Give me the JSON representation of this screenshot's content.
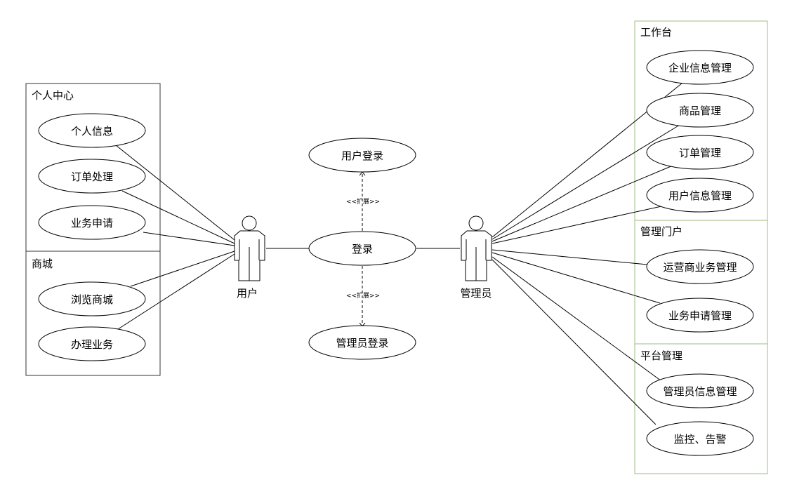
{
  "colors": {
    "line": "#000000",
    "frame_left": "#333333",
    "frame_right": "#9bbf80",
    "fill": "#ffffff"
  },
  "actors": {
    "user": "用户",
    "admin": "管理员"
  },
  "left_groups": {
    "personal_center": "个人中心",
    "mall": "商城"
  },
  "right_groups": {
    "workbench": "工作台",
    "portal": "管理门户",
    "platform": "平台管理"
  },
  "use_cases": {
    "personal_info": "个人信息",
    "order_processing": "订单处理",
    "business_application": "业务申请",
    "browse_mall": "浏览商城",
    "handle_business": "办理业务",
    "user_login": "用户登录",
    "login": "登录",
    "admin_login": "管理员登录",
    "enterprise_info_mgmt": "企业信息管理",
    "product_mgmt": "商品管理",
    "order_mgmt": "订单管理",
    "user_info_mgmt": "用户信息管理",
    "operator_business_mgmt": "运营商业务管理",
    "business_application_mgmt": "业务申请管理",
    "admin_info_mgmt": "管理员信息管理",
    "monitor_alarm": "监控、告警"
  },
  "relations": {
    "extend_top": "<<扩展>>",
    "extend_bottom": "<<扩展>>"
  }
}
